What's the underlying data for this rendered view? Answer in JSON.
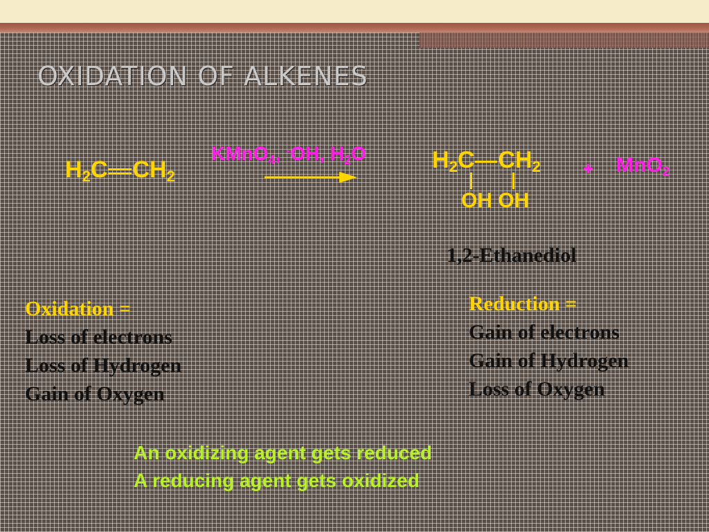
{
  "slide": {
    "title": "OXIDATION OF ALKENES"
  },
  "reaction": {
    "reactant": {
      "left": "H",
      "sub1": "2",
      "mid": "C",
      "right": "CH",
      "sub2": "2"
    },
    "reagent": {
      "k": "KMnO",
      "sub4": "4",
      "comma1": ", ",
      "minus": "-",
      "oh": "OH, H",
      "sub2": "2",
      "o": "O"
    },
    "product": {
      "top_left": "H",
      "top_sub1": "2",
      "top_c": "C",
      "top_right": "CH",
      "top_sub2": "2",
      "bottom": "OH OH"
    },
    "plus": "+",
    "byproduct": {
      "mn": "MnO",
      "sub": "2"
    },
    "product_name": "1,2-Ethanediol"
  },
  "oxidation": {
    "heading": "Oxidation =",
    "lines": [
      "Loss of electrons",
      "Loss of Hydrogen",
      "Gain of Oxygen"
    ]
  },
  "reduction": {
    "heading": "Reduction =",
    "lines": [
      "Gain of electrons",
      "Gain of Hydrogen",
      "Loss of Oxygen"
    ]
  },
  "notes": [
    "An oxidizing agent gets reduced",
    "A reducing agent gets oxidized"
  ],
  "colors": {
    "formula": "#ffd400",
    "reagent": "#ff1fe6",
    "note": "#b8f02a"
  }
}
